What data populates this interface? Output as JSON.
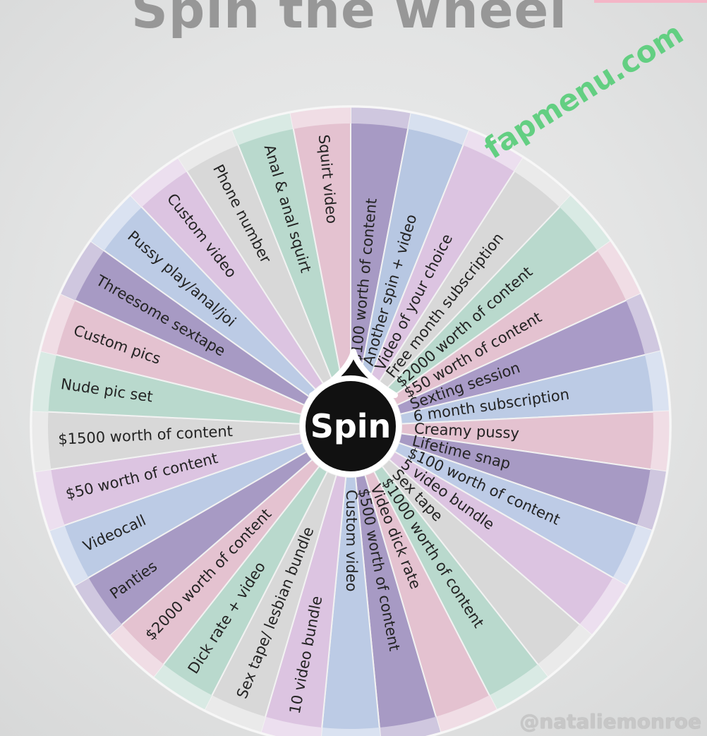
{
  "title": "Spin the wheel",
  "watermark_site": "fapmenu.com",
  "watermark_user": "@nataliemonroe",
  "spin_button": {
    "label": "Spin",
    "icon": "pointer-drop-icon"
  },
  "wheel": {
    "segments": [
      {
        "label": "$100 worth of content",
        "color": "#a79ac4"
      },
      {
        "label": "Another spin + video",
        "color": "#b7c7e2"
      },
      {
        "label": "Video of your choice",
        "color": "#dcc4e1"
      },
      {
        "label": "Free month subscription",
        "color": "#d8d8d8"
      },
      {
        "label": "$2000 worth of content",
        "color": "#b9d9cd"
      },
      {
        "label": "$50 worth of content",
        "color": "#e4c2d0"
      },
      {
        "label": "Sexting session",
        "color": "#a99bc7"
      },
      {
        "label": "6 month subscription",
        "color": "#bccbe5"
      },
      {
        "label": "Creamy pussy",
        "color": "#e4c2d0"
      },
      {
        "label": "Lifetime snap",
        "color": "#a79ac4"
      },
      {
        "label": "$100 worth of content",
        "color": "#bdcbe6"
      },
      {
        "label": "5 video bundle",
        "color": "#dcc4e1"
      },
      {
        "label": "Sex tape",
        "color": "#d8d8d8"
      },
      {
        "label": "$1000 worth of content",
        "color": "#b9d9cd"
      },
      {
        "label": "Video dick rate",
        "color": "#e4c2d0"
      },
      {
        "label": "$500 worth of content",
        "color": "#a79ac4"
      },
      {
        "label": "Custom video",
        "color": "#bccbe5"
      },
      {
        "label": "10 video bundle",
        "color": "#dcc4e1"
      },
      {
        "label": "Sex tape/ lesbian bundle",
        "color": "#d8d8d8"
      },
      {
        "label": "Dick rate + video",
        "color": "#b9d9cd"
      },
      {
        "label": "$2000 worth of content",
        "color": "#e4c2d0"
      },
      {
        "label": "Panties",
        "color": "#a79ac4"
      },
      {
        "label": "Videocall",
        "color": "#bccbe5"
      },
      {
        "label": "$50 worth of content",
        "color": "#dcc4e1"
      },
      {
        "label": "$1500 worth of content",
        "color": "#d8d8d8"
      },
      {
        "label": "Nude pic set",
        "color": "#b9d9cd"
      },
      {
        "label": "Custom pics",
        "color": "#e4c2d0"
      },
      {
        "label": "Threesome sextape",
        "color": "#a79ac4"
      },
      {
        "label": "Pussy play/anal/joi",
        "color": "#bccbe5"
      },
      {
        "label": "Custom video",
        "color": "#dcc4e1"
      },
      {
        "label": "Phone number",
        "color": "#d8d8d8"
      },
      {
        "label": "Anal & anal squirt",
        "color": "#b9d9cd"
      },
      {
        "label": "Squirt video",
        "color": "#e4c2d0"
      }
    ]
  }
}
